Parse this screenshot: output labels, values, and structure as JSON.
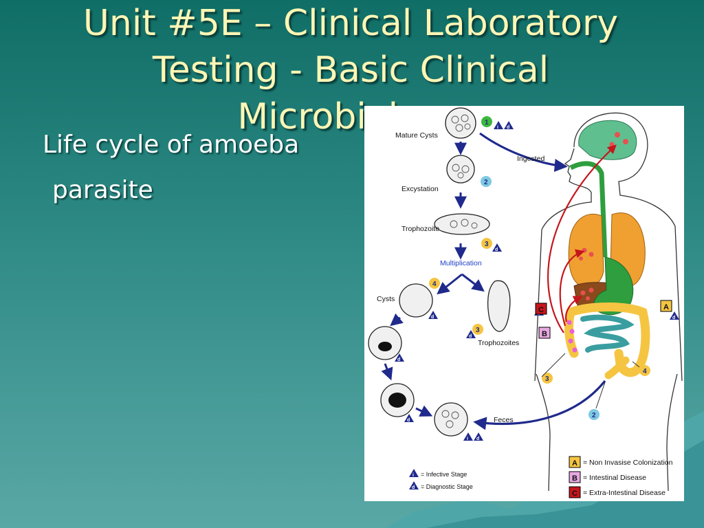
{
  "slide": {
    "title_line1": "Unit #5E – Clinical Laboratory",
    "title_line2": "Testing - Basic Clinical",
    "title_line3": "Microbiology",
    "bullet_line1": "Life cycle of amoeba",
    "bullet_line2": "parasite"
  },
  "colors": {
    "title": "#fff6b5",
    "bullet": "#ffffff",
    "arrow_blue": "#1f2a8c",
    "arrow_red": "#c4161c",
    "lung": "#f0a030",
    "gut_green": "#2e9e3e",
    "intestine_yellow": "#f5c542",
    "intestine_teal": "#3a9ea0",
    "brain": "#5fbf8f",
    "liver": "#8b4a1c",
    "badge_A": "#f5c542",
    "badge_B": "#e7a8e0",
    "badge_C": "#c4161c"
  },
  "diagram": {
    "stage_labels": {
      "mature_cysts": "Mature Cysts",
      "excystation": "Excystation",
      "trophozoite": "Trophozoite",
      "multiplication": "Multiplication",
      "cysts": "Cysts",
      "trophozoites": "Trophozoites",
      "ingested": "Ingested",
      "feces": "Feces"
    },
    "step_badges": [
      "1",
      "2",
      "3",
      "4",
      "3",
      "3",
      "4",
      "2"
    ],
    "stage_markers": {
      "infective": "i",
      "diagnostic": "d"
    },
    "legend": {
      "infective": "= Infective Stage",
      "diagnostic": "= Diagnostic Stage",
      "A_letter": "A",
      "A_text": "= Non Invasise Colonization",
      "B_letter": "B",
      "B_text": "= Intestinal Disease",
      "C_letter": "C",
      "C_text": "= Extra-Intestinal Disease"
    }
  }
}
